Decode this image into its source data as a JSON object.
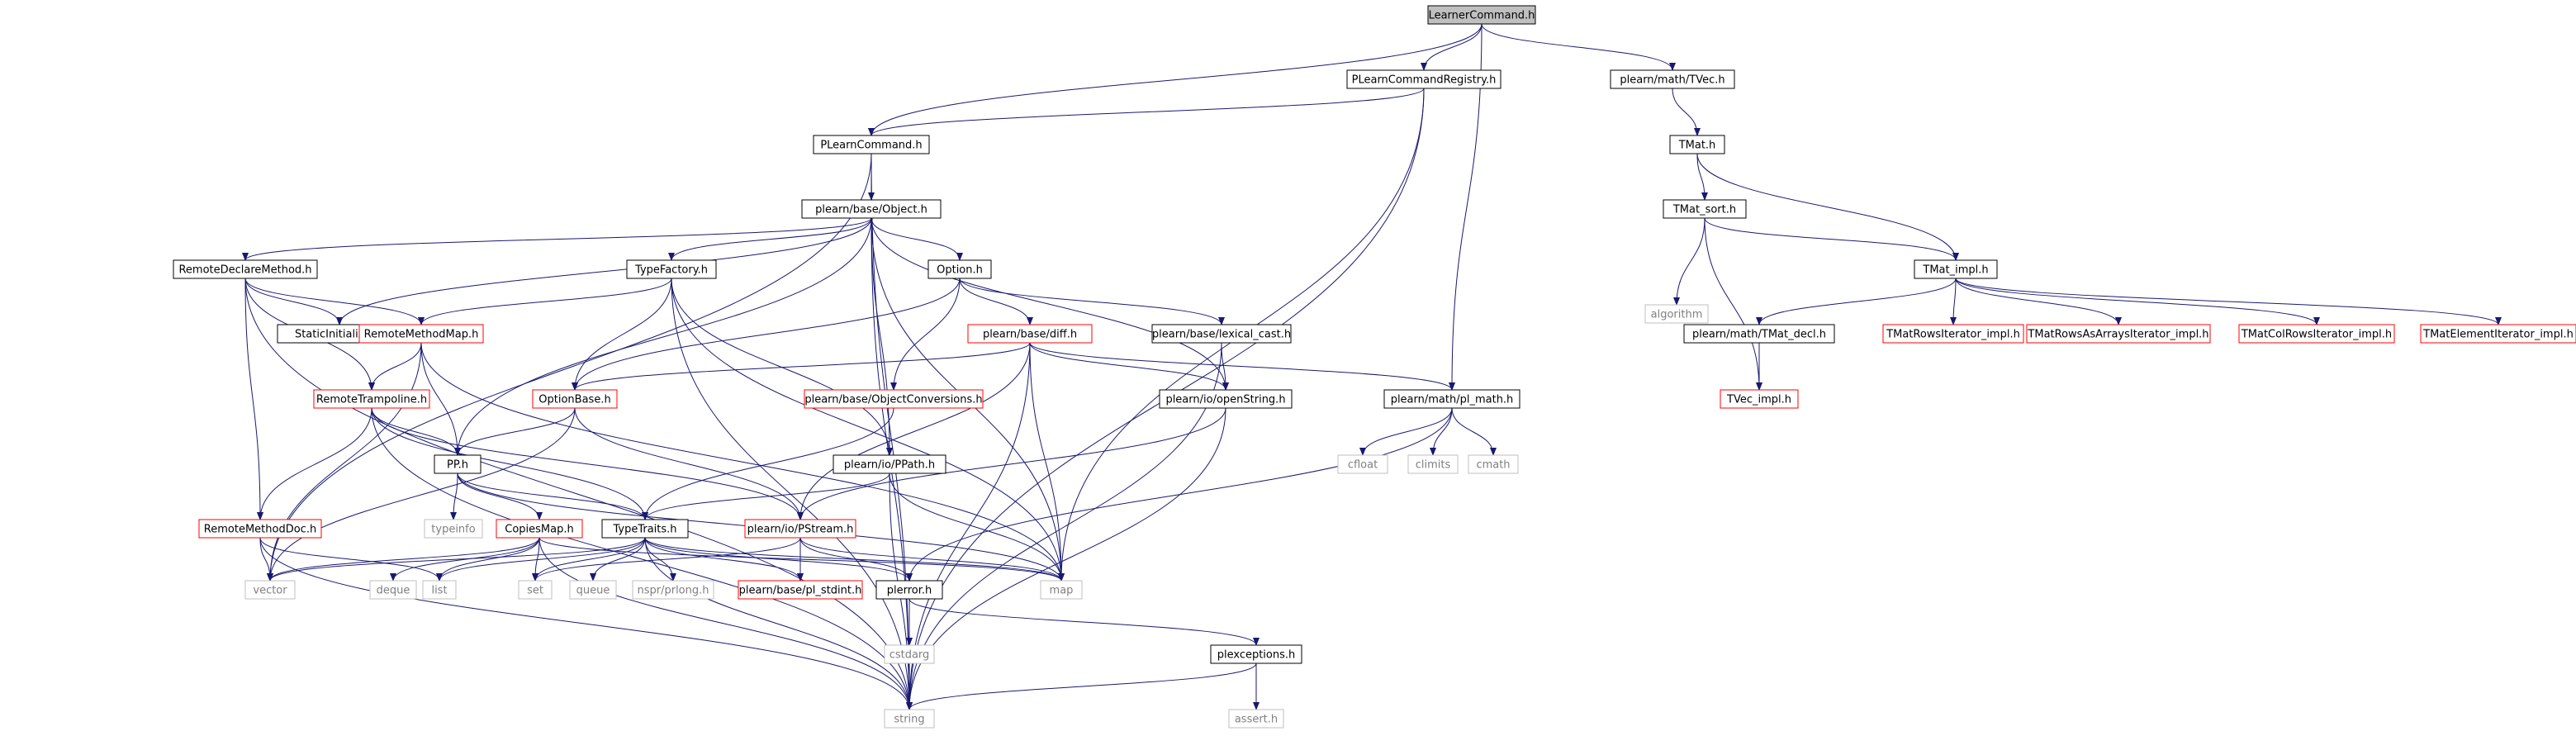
{
  "nodes": [
    {
      "id": "learner_command",
      "label": "LearnerCommand.h",
      "kind": "root"
    },
    {
      "id": "plearn_command_registry",
      "label": "PLearnCommandRegistry.h",
      "kind": "normal"
    },
    {
      "id": "tvec",
      "label": "plearn/math/TVec.h",
      "kind": "normal"
    },
    {
      "id": "plearn_command",
      "label": "PLearnCommand.h",
      "kind": "normal"
    },
    {
      "id": "tmat",
      "label": "TMat.h",
      "kind": "normal"
    },
    {
      "id": "object",
      "label": "plearn/base/Object.h",
      "kind": "normal"
    },
    {
      "id": "tmat_sort",
      "label": "TMat_sort.h",
      "kind": "normal"
    },
    {
      "id": "remote_declare_method",
      "label": "RemoteDeclareMethod.h",
      "kind": "normal"
    },
    {
      "id": "type_factory",
      "label": "TypeFactory.h",
      "kind": "normal"
    },
    {
      "id": "option",
      "label": "Option.h",
      "kind": "normal"
    },
    {
      "id": "tmat_impl",
      "label": "TMat_impl.h",
      "kind": "normal"
    },
    {
      "id": "algorithm",
      "label": "algorithm",
      "kind": "system"
    },
    {
      "id": "static_initializer",
      "label": "StaticInitializer.h",
      "kind": "normal"
    },
    {
      "id": "remote_method_map",
      "label": "RemoteMethodMap.h",
      "kind": "truncated"
    },
    {
      "id": "diff",
      "label": "plearn/base/diff.h",
      "kind": "truncated"
    },
    {
      "id": "lexical_cast",
      "label": "plearn/base/lexical_cast.h",
      "kind": "normal"
    },
    {
      "id": "tmat_decl",
      "label": "plearn/math/TMat_decl.h",
      "kind": "normal"
    },
    {
      "id": "tmat_rows_iterator",
      "label": "TMatRowsIterator_impl.h",
      "kind": "truncated"
    },
    {
      "id": "tmat_rows_as_arrays",
      "label": "TMatRowsAsArraysIterator_impl.h",
      "kind": "truncated"
    },
    {
      "id": "tmat_col_rows",
      "label": "TMatColRowsIterator_impl.h",
      "kind": "truncated"
    },
    {
      "id": "tmat_element",
      "label": "TMatElementIterator_impl.h",
      "kind": "truncated"
    },
    {
      "id": "remote_trampoline",
      "label": "RemoteTrampoline.h",
      "kind": "truncated"
    },
    {
      "id": "option_base",
      "label": "OptionBase.h",
      "kind": "truncated"
    },
    {
      "id": "object_conversions",
      "label": "plearn/base/ObjectConversions.h",
      "kind": "truncated"
    },
    {
      "id": "openstring",
      "label": "plearn/io/openString.h",
      "kind": "normal"
    },
    {
      "id": "pl_math",
      "label": "plearn/math/pl_math.h",
      "kind": "normal"
    },
    {
      "id": "tvec_impl",
      "label": "TVec_impl.h",
      "kind": "truncated"
    },
    {
      "id": "pp",
      "label": "PP.h",
      "kind": "normal"
    },
    {
      "id": "ppath",
      "label": "plearn/io/PPath.h",
      "kind": "normal"
    },
    {
      "id": "cfloat",
      "label": "cfloat",
      "kind": "system"
    },
    {
      "id": "climits",
      "label": "climits",
      "kind": "system"
    },
    {
      "id": "cmath",
      "label": "cmath",
      "kind": "system"
    },
    {
      "id": "typeinfo",
      "label": "typeinfo",
      "kind": "system"
    },
    {
      "id": "remote_method_doc",
      "label": "RemoteMethodDoc.h",
      "kind": "truncated"
    },
    {
      "id": "copies_map",
      "label": "CopiesMap.h",
      "kind": "truncated"
    },
    {
      "id": "type_traits",
      "label": "TypeTraits.h",
      "kind": "normal"
    },
    {
      "id": "pstream",
      "label": "plearn/io/PStream.h",
      "kind": "truncated"
    },
    {
      "id": "vector",
      "label": "vector",
      "kind": "system"
    },
    {
      "id": "list",
      "label": "list",
      "kind": "system"
    },
    {
      "id": "deque",
      "label": "deque",
      "kind": "system"
    },
    {
      "id": "set",
      "label": "set",
      "kind": "system"
    },
    {
      "id": "queue",
      "label": "queue",
      "kind": "system"
    },
    {
      "id": "nspr_prlong",
      "label": "nspr/prlong.h",
      "kind": "system"
    },
    {
      "id": "pl_stdint",
      "label": "plearn/base/pl_stdint.h",
      "kind": "truncated"
    },
    {
      "id": "plerror",
      "label": "plerror.h",
      "kind": "normal"
    },
    {
      "id": "map",
      "label": "map",
      "kind": "system"
    },
    {
      "id": "cstdarg",
      "label": "cstdarg",
      "kind": "system"
    },
    {
      "id": "plexceptions",
      "label": "plexceptions.h",
      "kind": "normal"
    },
    {
      "id": "string",
      "label": "string",
      "kind": "system"
    },
    {
      "id": "assert",
      "label": "assert.h",
      "kind": "system"
    }
  ],
  "edges": [
    [
      "learner_command",
      "plearn_command"
    ],
    [
      "learner_command",
      "plearn_command_registry"
    ],
    [
      "learner_command",
      "tvec"
    ],
    [
      "learner_command",
      "pl_math"
    ],
    [
      "plearn_command_registry",
      "plearn_command"
    ],
    [
      "plearn_command_registry",
      "map"
    ],
    [
      "plearn_command_registry",
      "string"
    ],
    [
      "plearn_command",
      "object"
    ],
    [
      "plearn_command",
      "vector"
    ],
    [
      "plearn_command",
      "string"
    ],
    [
      "tvec",
      "tmat"
    ],
    [
      "tmat",
      "tmat_sort"
    ],
    [
      "tmat",
      "tmat_impl"
    ],
    [
      "tmat_sort",
      "algorithm"
    ],
    [
      "tmat_sort",
      "tmat_impl"
    ],
    [
      "tmat_sort",
      "tvec_impl"
    ],
    [
      "tmat_impl",
      "tmat_decl"
    ],
    [
      "tmat_impl",
      "tmat_rows_iterator"
    ],
    [
      "tmat_impl",
      "tmat_rows_as_arrays"
    ],
    [
      "tmat_impl",
      "tmat_col_rows"
    ],
    [
      "tmat_impl",
      "tmat_element"
    ],
    [
      "tmat_decl",
      "tvec_impl"
    ],
    [
      "object",
      "remote_declare_method"
    ],
    [
      "object",
      "static_initializer"
    ],
    [
      "object",
      "type_factory"
    ],
    [
      "object",
      "option"
    ],
    [
      "object",
      "pp"
    ],
    [
      "object",
      "ppath"
    ],
    [
      "object",
      "openstring"
    ],
    [
      "object",
      "map"
    ],
    [
      "object",
      "string"
    ],
    [
      "remote_declare_method",
      "static_initializer"
    ],
    [
      "remote_declare_method",
      "remote_method_map"
    ],
    [
      "remote_declare_method",
      "remote_trampoline"
    ],
    [
      "remote_declare_method",
      "remote_method_doc"
    ],
    [
      "remote_declare_method",
      "string"
    ],
    [
      "type_factory",
      "remote_method_map"
    ],
    [
      "type_factory",
      "option_base"
    ],
    [
      "type_factory",
      "map"
    ],
    [
      "type_factory",
      "ppath"
    ],
    [
      "type_factory",
      "string"
    ],
    [
      "option",
      "option_base"
    ],
    [
      "option",
      "diff"
    ],
    [
      "option",
      "lexical_cast"
    ],
    [
      "option",
      "object_conversions"
    ],
    [
      "remote_method_map",
      "remote_trampoline"
    ],
    [
      "remote_method_map",
      "pp"
    ],
    [
      "remote_method_map",
      "map"
    ],
    [
      "remote_method_map",
      "vector"
    ],
    [
      "diff",
      "option_base"
    ],
    [
      "diff",
      "openstring"
    ],
    [
      "diff",
      "pl_math"
    ],
    [
      "diff",
      "pstream"
    ],
    [
      "diff",
      "map"
    ],
    [
      "diff",
      "string"
    ],
    [
      "lexical_cast",
      "openstring"
    ],
    [
      "lexical_cast",
      "string"
    ],
    [
      "object_conversions",
      "type_traits"
    ],
    [
      "remote_trampoline",
      "pp"
    ],
    [
      "remote_trampoline",
      "remote_method_doc"
    ],
    [
      "remote_trampoline",
      "type_traits"
    ],
    [
      "remote_trampoline",
      "pstream"
    ],
    [
      "remote_trampoline",
      "string"
    ],
    [
      "option_base",
      "pp"
    ],
    [
      "option_base",
      "pstream"
    ],
    [
      "option_base",
      "vector"
    ],
    [
      "openstring",
      "pstream"
    ],
    [
      "openstring",
      "string"
    ],
    [
      "pl_math",
      "cfloat"
    ],
    [
      "pl_math",
      "climits"
    ],
    [
      "pl_math",
      "cmath"
    ],
    [
      "pl_math",
      "plerror"
    ],
    [
      "pp",
      "typeinfo"
    ],
    [
      "pp",
      "copies_map"
    ],
    [
      "pp",
      "type_traits"
    ],
    [
      "pp",
      "map"
    ],
    [
      "ppath",
      "type_traits"
    ],
    [
      "ppath",
      "map"
    ],
    [
      "ppath",
      "string"
    ],
    [
      "remote_method_doc",
      "vector"
    ],
    [
      "remote_method_doc",
      "list"
    ],
    [
      "remote_method_doc",
      "string"
    ],
    [
      "copies_map",
      "vector"
    ],
    [
      "copies_map",
      "list"
    ],
    [
      "copies_map",
      "deque"
    ],
    [
      "copies_map",
      "set"
    ],
    [
      "copies_map",
      "map"
    ],
    [
      "copies_map",
      "string"
    ],
    [
      "type_traits",
      "vector"
    ],
    [
      "type_traits",
      "list"
    ],
    [
      "type_traits",
      "set"
    ],
    [
      "type_traits",
      "queue"
    ],
    [
      "type_traits",
      "nspr_prlong"
    ],
    [
      "type_traits",
      "pl_stdint"
    ],
    [
      "type_traits",
      "plerror"
    ],
    [
      "type_traits",
      "map"
    ],
    [
      "type_traits",
      "string"
    ],
    [
      "pstream",
      "pl_stdint"
    ],
    [
      "pstream",
      "plerror"
    ],
    [
      "pstream",
      "set"
    ],
    [
      "pstream",
      "map"
    ],
    [
      "plerror",
      "cstdarg"
    ],
    [
      "plerror",
      "plexceptions"
    ],
    [
      "plerror",
      "string"
    ],
    [
      "plexceptions",
      "assert"
    ],
    [
      "plexceptions",
      "string"
    ]
  ],
  "colors": {
    "edge": "#191970",
    "node_border": "#000000",
    "truncated_border": "#ff0000",
    "system_border": "#bfbfbf",
    "system_text": "#7f7f7f",
    "root_fill": "#bfbfbf",
    "node_fill": "#ffffff",
    "text": "#000000"
  }
}
